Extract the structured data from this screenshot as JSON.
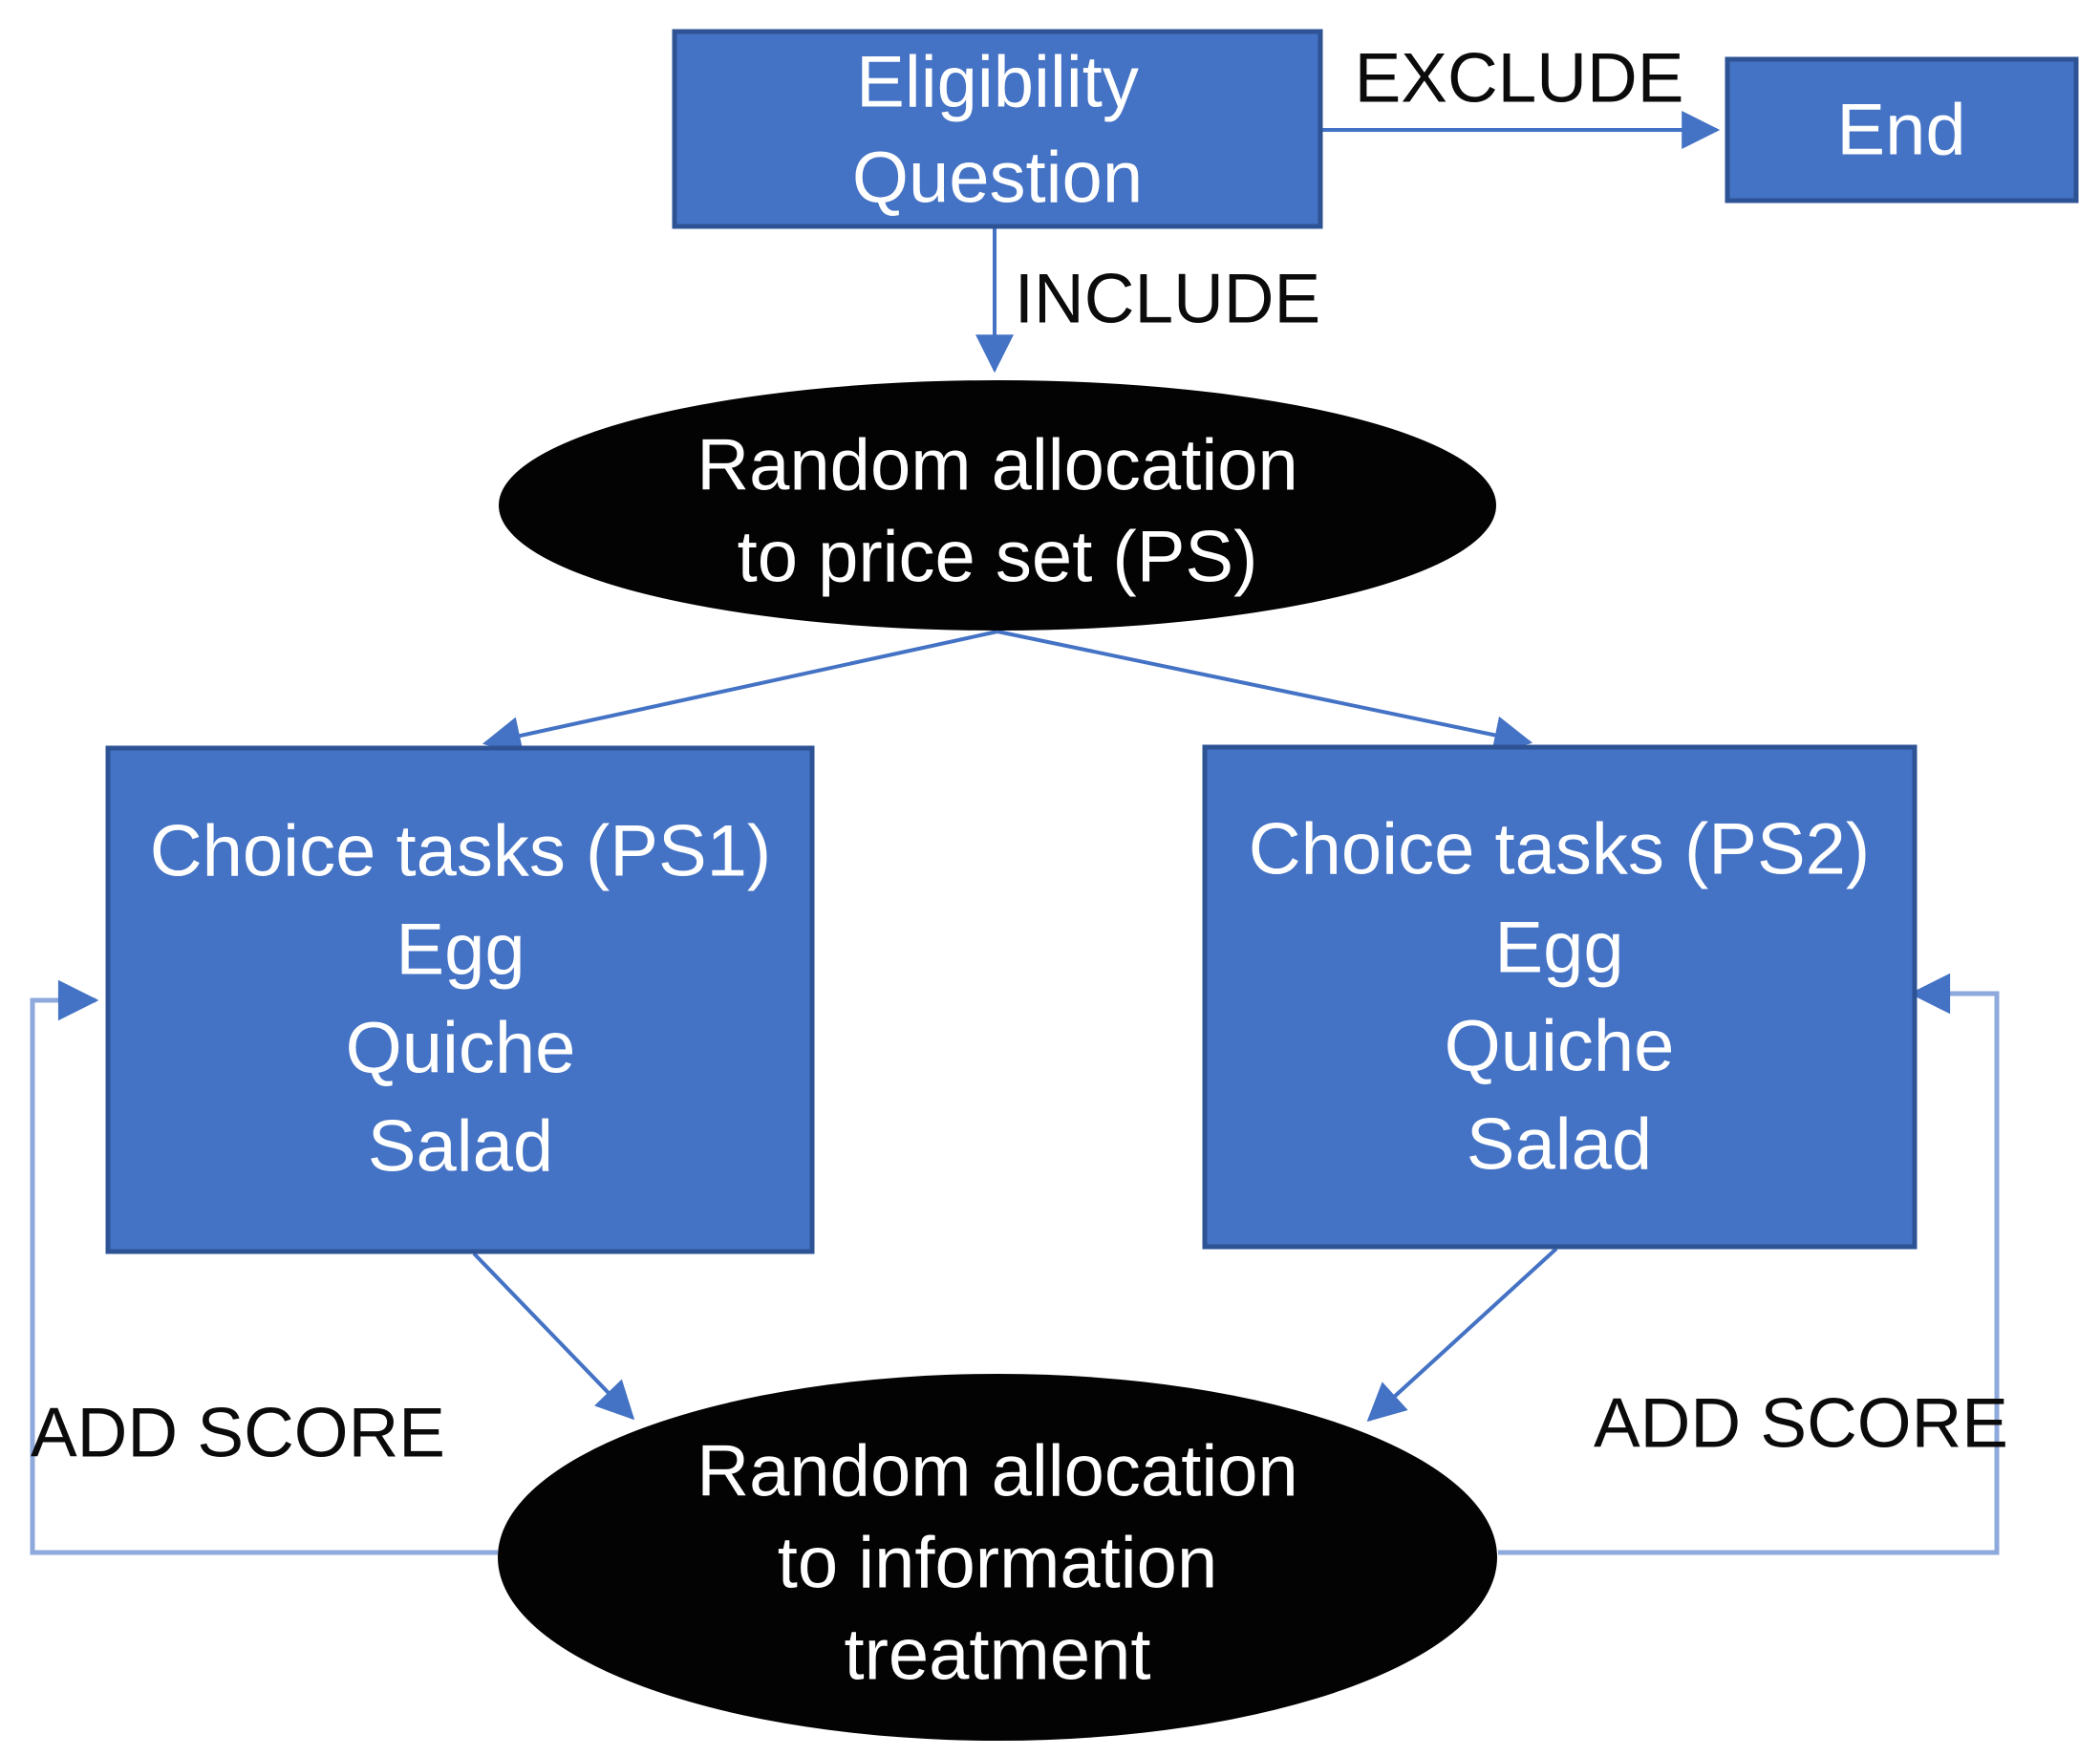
{
  "diagram": {
    "colors": {
      "node_fill": "#4472C4",
      "node_border": "#2E5395",
      "ellipse_fill": "#030303",
      "node_text": "#FFFFFF",
      "label_text": "#0B0B0B",
      "arrow": "#4472C4",
      "loop_line": "#8EA9DC",
      "background": "#FFFFFF"
    },
    "nodes": {
      "eligibility": {
        "lines": [
          "Eligibility",
          "Question"
        ]
      },
      "end": {
        "label": "End"
      },
      "price_set_allocation": {
        "lines": [
          "Random allocation",
          "to price set (PS)"
        ]
      },
      "choice_ps1": {
        "lines": [
          "Choice tasks (PS1)",
          "Egg",
          "Quiche",
          "Salad"
        ]
      },
      "choice_ps2": {
        "lines": [
          "Choice tasks (PS2)",
          "Egg",
          "Quiche",
          "Salad"
        ]
      },
      "info_treatment_allocation": {
        "lines": [
          "Random allocation",
          "to information",
          "treatment"
        ]
      }
    },
    "edge_labels": {
      "exclude": "EXCLUDE",
      "include": "INCLUDE",
      "add_score_left": "ADD SCORE",
      "add_score_right": "ADD SCORE"
    }
  }
}
